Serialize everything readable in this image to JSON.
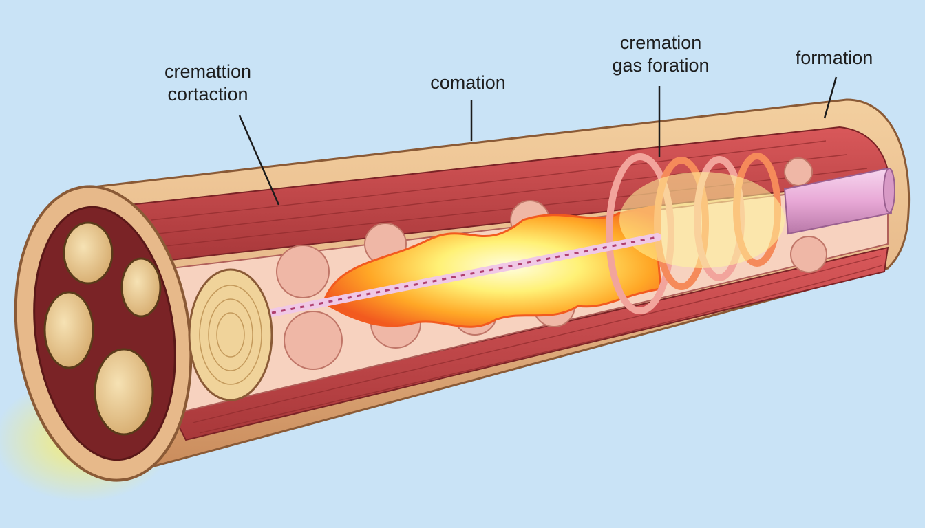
{
  "colors": {
    "background": "#c9e3f6",
    "bark": "#e7b98a",
    "bark_dark": "#c98a5a",
    "muscle": "#c8474a",
    "muscle_dark": "#8f2a2c",
    "interior": "#f7d2bf",
    "core_dark": "#7a2326",
    "disc": "#e9c98f",
    "flame_outer": "#f25a1f",
    "flame_mid": "#ffa726",
    "flame_inner": "#fff59d",
    "rod": "#e8a8d6",
    "leader": "#1b1b1b"
  },
  "labels": [
    {
      "id": "cremattion-cortaction",
      "lines": [
        "cremattion",
        "cortaction"
      ]
    },
    {
      "id": "comation",
      "lines": [
        "comation"
      ]
    },
    {
      "id": "cremation-gas-foration",
      "lines": [
        "cremation",
        "gas foration"
      ]
    },
    {
      "id": "formation",
      "lines": [
        "formation"
      ]
    }
  ]
}
